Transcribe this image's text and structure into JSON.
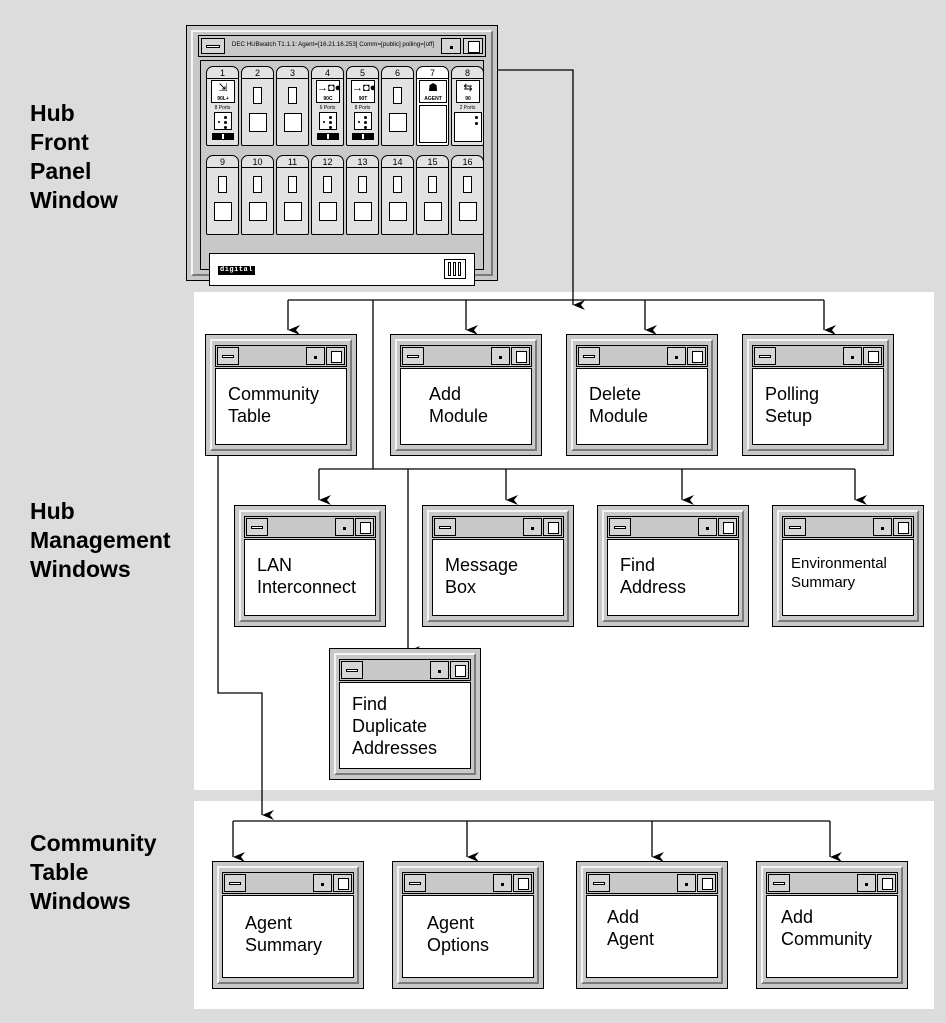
{
  "sections": {
    "front_panel": "Hub\nFront\nPanel\nWindow",
    "management": "Hub\nManagement\nWindows",
    "community": "Community\nTable\nWindows"
  },
  "hub_window": {
    "title": "DEC HUBwatch  T1.1.1: Agent=[16.21.16.253] Comm=[public]  polling=[off]",
    "slots": [
      {
        "num": "1",
        "type": "module",
        "glyph": "⇲",
        "label": "90L+",
        "ports": "8 Ports"
      },
      {
        "num": "2",
        "type": "empty"
      },
      {
        "num": "3",
        "type": "empty"
      },
      {
        "num": "4",
        "type": "module",
        "glyph": "→◘●",
        "label": "90C",
        "ports": "6 Ports"
      },
      {
        "num": "5",
        "type": "module",
        "glyph": "→◘●",
        "label": "90T",
        "ports": "8 Ports"
      },
      {
        "num": "6",
        "type": "empty"
      },
      {
        "num": "7",
        "type": "agent",
        "glyph": "☗",
        "label": "AGENT"
      },
      {
        "num": "8",
        "type": "bridge",
        "glyph": "⇆",
        "label": "90",
        "ports": "2 Ports"
      },
      {
        "num": "9",
        "type": "empty"
      },
      {
        "num": "10",
        "type": "empty"
      },
      {
        "num": "11",
        "type": "empty"
      },
      {
        "num": "12",
        "type": "empty"
      },
      {
        "num": "13",
        "type": "empty"
      },
      {
        "num": "14",
        "type": "empty"
      },
      {
        "num": "15",
        "type": "empty"
      },
      {
        "num": "16",
        "type": "empty"
      }
    ],
    "logo_text": "digital"
  },
  "management_windows": [
    {
      "id": "community-table",
      "label": "Community\nTable"
    },
    {
      "id": "add-module",
      "label": "Add\nModule"
    },
    {
      "id": "delete-module",
      "label": "Delete\nModule"
    },
    {
      "id": "polling-setup",
      "label": "Polling\nSetup"
    },
    {
      "id": "lan-interconnect",
      "label": "LAN\nInterconnect"
    },
    {
      "id": "message-box",
      "label": "Message\nBox"
    },
    {
      "id": "find-address",
      "label": "Find\nAddress"
    },
    {
      "id": "environmental-summary",
      "label": "Environmental\nSummary"
    },
    {
      "id": "find-duplicate-addresses",
      "label": "Find\nDuplicate\nAddresses"
    }
  ],
  "community_windows": [
    {
      "id": "agent-summary",
      "label": "Agent\nSummary"
    },
    {
      "id": "agent-options",
      "label": "Agent\nOptions"
    },
    {
      "id": "add-agent",
      "label": "Add\nAgent"
    },
    {
      "id": "add-community",
      "label": "Add\nCommunity"
    }
  ]
}
